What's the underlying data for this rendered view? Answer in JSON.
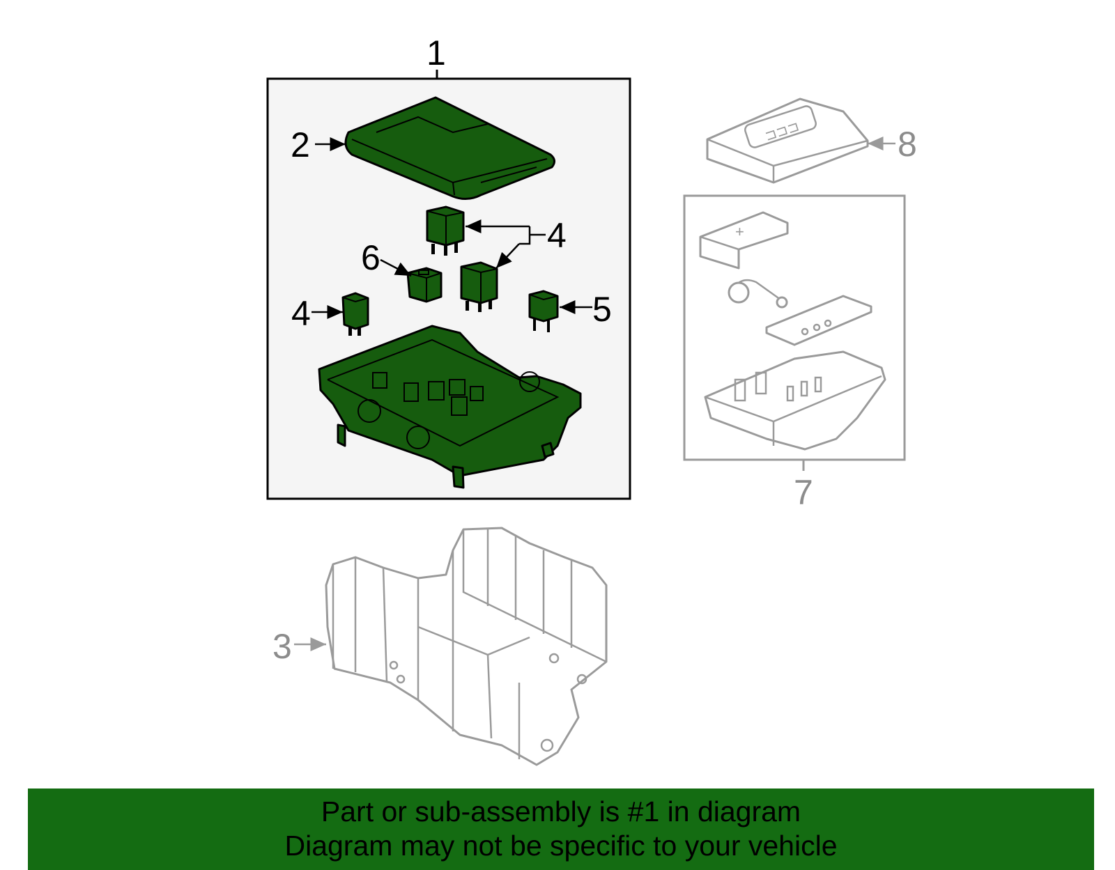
{
  "callouts": {
    "c1": "1",
    "c2": "2",
    "c3": "3",
    "c4a": "4",
    "c4b": "4",
    "c5": "5",
    "c6": "6",
    "c7": "7",
    "c8": "8"
  },
  "banner": {
    "line1": "Part or sub-assembly is #1 in diagram",
    "line2": "Diagram may not be specific to your vehicle"
  },
  "colors": {
    "highlight_green": "#165c0e",
    "banner_green": "#146c12",
    "reference_gray": "#9a9a9a",
    "panel_bg": "#f5f5f5"
  }
}
